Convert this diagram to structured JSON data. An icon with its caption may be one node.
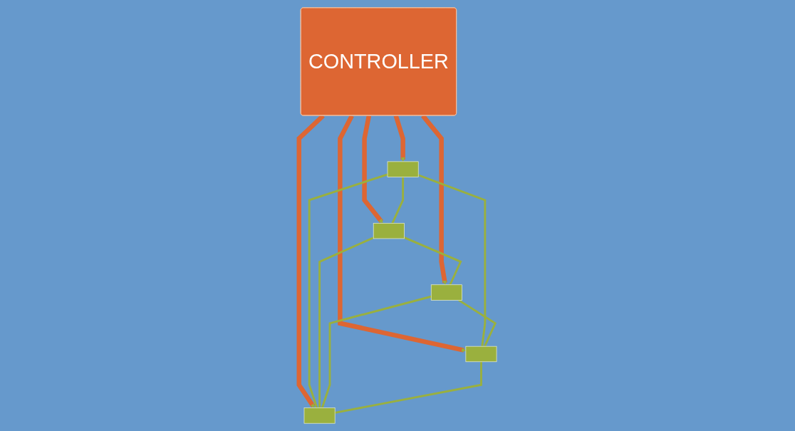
{
  "diagram": {
    "nodes": [
      {
        "text": [
          "CONTROLLER"
        ]
      },
      {
        "text": [],
        "shape": "box"
      },
      {
        "text": [],
        "shape": "box"
      },
      {
        "text": [],
        "shape": "box"
      },
      {
        "text": [],
        "shape": "box"
      },
      {
        "text": [],
        "shape": "box"
      }
    ],
    "edges": [
      {
        "from": 0,
        "to": 3,
        "arrow": "to",
        "style": "thick",
        "color": "#dd6633"
      },
      {
        "from": 0,
        "to": 1,
        "arrow": "to",
        "style": "thick",
        "color": "#dd6633"
      },
      {
        "from": 0,
        "to": 5,
        "arrow": "to",
        "style": "thick",
        "color": "#dd6633"
      },
      {
        "from": 0,
        "to": 2,
        "arrow": "to",
        "style": "thick",
        "color": "#dd6633"
      },
      {
        "from": 0,
        "to": 4,
        "arrow": "to",
        "style": "thick",
        "color": "#dd6633"
      },
      {
        "from": 3,
        "to": 1,
        "arrow": "none"
      },
      {
        "from": 3,
        "to": 4,
        "arrow": "none"
      },
      {
        "from": 3,
        "to": 5,
        "arrow": "none"
      },
      {
        "from": 1,
        "to": 2,
        "arrow": "none"
      },
      {
        "from": 1,
        "to": 5,
        "arrow": "none"
      },
      {
        "from": 2,
        "to": 5,
        "arrow": "none"
      },
      {
        "from": 2,
        "to": 4,
        "arrow": "none"
      },
      {
        "from": 4,
        "to": 5,
        "arrow": "none"
      }
    ]
  }
}
